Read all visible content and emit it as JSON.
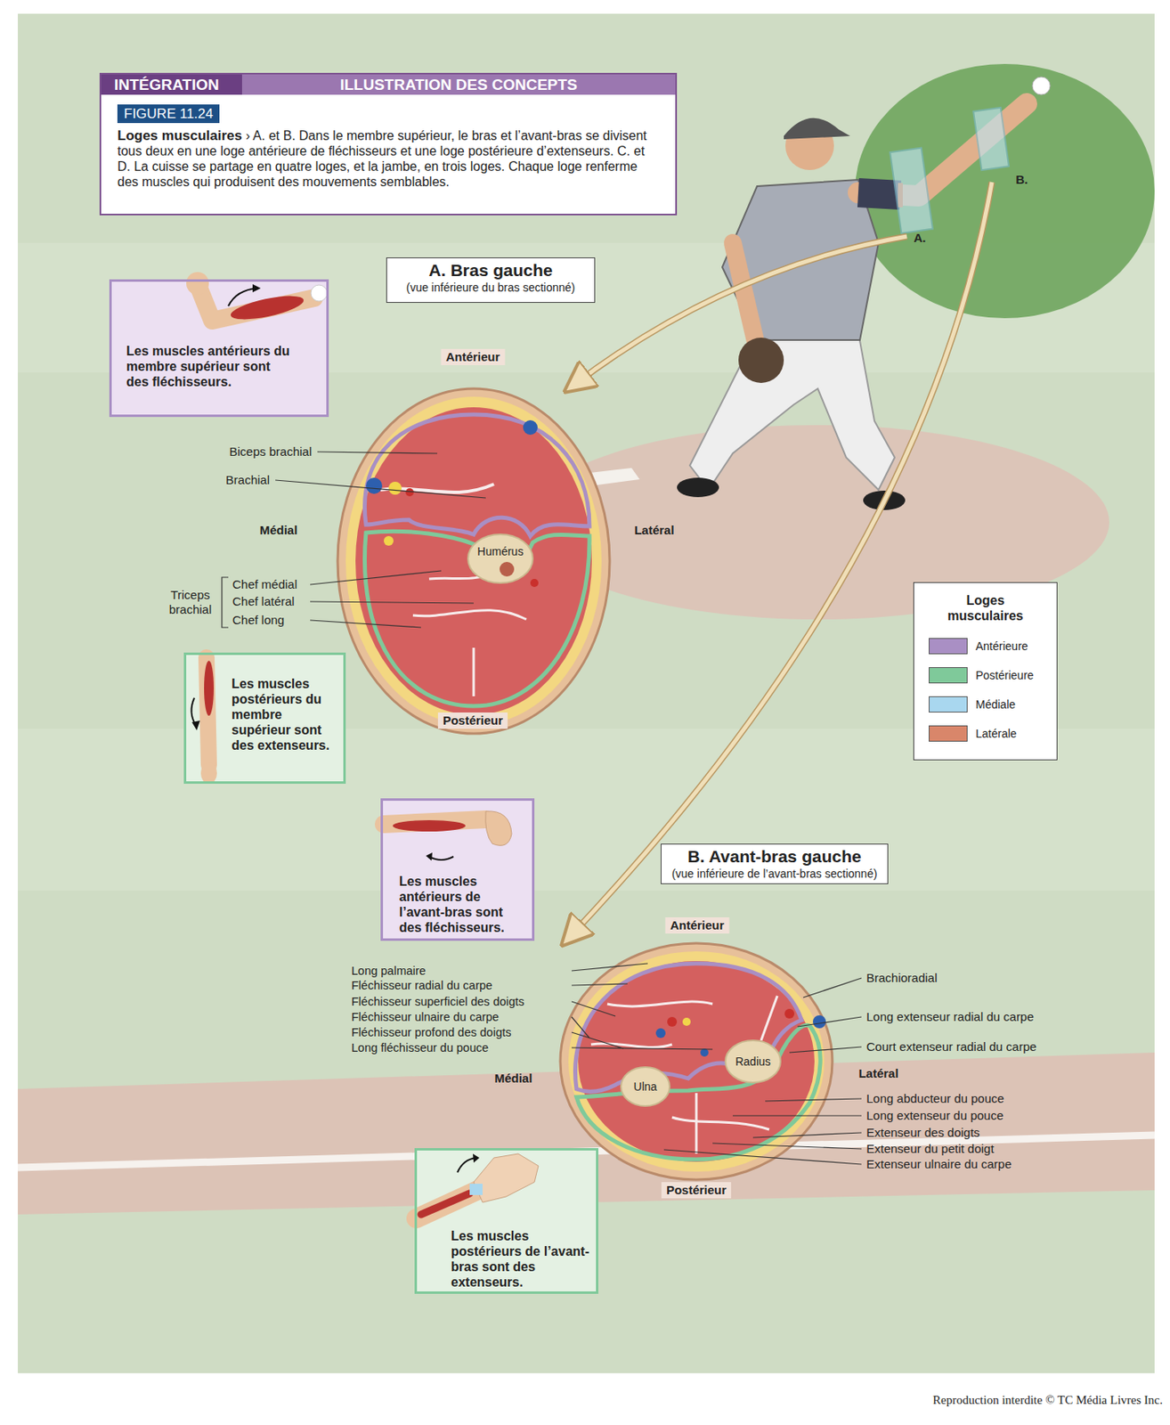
{
  "diagram": {
    "nodes": [
      {
        "text": [
          "INTÉGRATION",
          "ILLUSTRATION DES CONCEPTS",
          "FIGURE 11.24",
          "Loges musculaires",
          "› A. et B. Dans le membre supérieur, le bras et l’avant-bras se divisent tous deux en une loge antérieure de fléchisseurs et une loge postérieure d’extenseurs. C. et D. La cuisse se partage en quatre loges, et la jambe, en trois loges. Chaque loge renferme des muscles qui produisent des mouvements semblables."
        ]
      },
      {
        "text": [
          "A. Bras gauche",
          "(vue inférieure du bras sectionné)"
        ]
      },
      {
        "text": [
          "Les muscles antérieurs du membre supérieur sont des fléchisseurs."
        ]
      },
      {
        "text": [
          "Les muscles postérieurs du membre supérieur sont des extenseurs."
        ]
      },
      {
        "text": [
          "Les muscles antérieurs de l’avant-bras sont des fléchisseurs."
        ]
      },
      {
        "text": [
          "B. Avant-bras gauche",
          "(vue inférieure de l’avant-bras sectionné)"
        ]
      },
      {
        "text": [
          "Les muscles postérieurs de l’avant-bras sont des extenseurs."
        ]
      },
      {
        "text": [
          "Loges musculaires"
        ]
      }
    ],
    "labels": [
      "A.",
      "B.",
      "Antérieur",
      "Médial",
      "Latéral",
      "Humérus",
      "Biceps brachial",
      "Brachial",
      "Triceps brachial",
      "Chef médial",
      "Chef latéral",
      "Chef long",
      "Postérieur",
      "Antérieur",
      "Long palmaire",
      "Fléchisseur radial du carpe",
      "Fléchisseur superficiel des doigts",
      "Fléchisseur ulnaire du carpe",
      "Fléchisseur profond des doigts",
      "Long fléchisseur du pouce",
      "Médial",
      "Ulna",
      "Radius",
      "Brachioradial",
      "Long extenseur radial du carpe",
      "Court extenseur radial du carpe",
      "Latéral",
      "Long abducteur du pouce",
      "Long extenseur du pouce",
      "Extenseur des doigts",
      "Extenseur du petit doigt",
      "Extenseur ulnaire du carpe",
      "Postérieur",
      "Reproduction interdite © TC Média Livres Inc."
    ],
    "legend": [
      {
        "text": "Antérieure",
        "color": "#a98fc4"
      },
      {
        "text": "Postérieure",
        "color": "#7fc99a"
      },
      {
        "text": "Médiale",
        "color": "#a9d7ef"
      },
      {
        "text": "Latérale",
        "color": "#d9866a"
      }
    ]
  }
}
